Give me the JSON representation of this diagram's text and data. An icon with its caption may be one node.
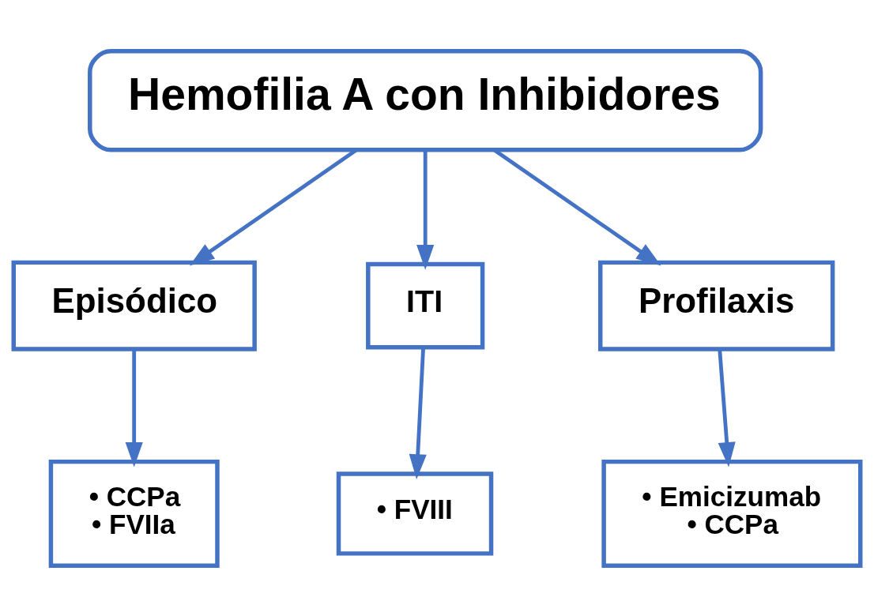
{
  "diagram": {
    "nodes": [
      {
        "text": [
          "Hemofilia A con Inhibidores"
        ]
      },
      {
        "text": [
          "Episódico"
        ]
      },
      {
        "text": [
          "ITI"
        ]
      },
      {
        "text": [
          "Profilaxis"
        ]
      },
      {
        "text": [
          "• CCPa",
          "• FVIIa"
        ]
      },
      {
        "text": [
          "• FVIII"
        ]
      },
      {
        "text": [
          "• Emicizumab",
          "• CCPa"
        ]
      }
    ],
    "edges": [
      {
        "from": 0,
        "to": 1,
        "arrow": "to"
      },
      {
        "from": 0,
        "to": 2,
        "arrow": "to"
      },
      {
        "from": 0,
        "to": 3,
        "arrow": "to"
      },
      {
        "from": 1,
        "to": 4,
        "arrow": "to"
      },
      {
        "from": 2,
        "to": 5,
        "arrow": "to"
      },
      {
        "from": 3,
        "to": 6,
        "arrow": "to"
      }
    ]
  }
}
